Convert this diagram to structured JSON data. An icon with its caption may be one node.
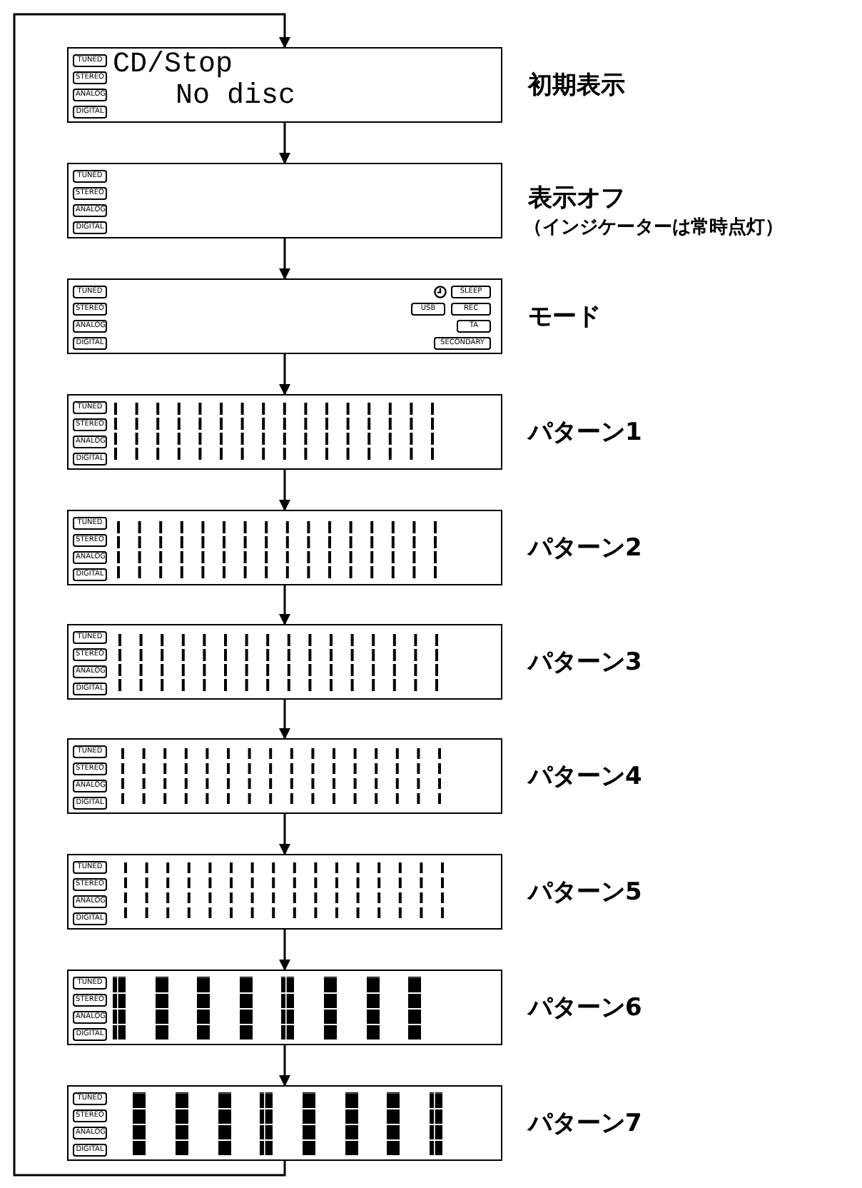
{
  "diagram": {
    "nodes": [
      {
        "text": [
          "TUNED",
          "STEREO",
          "ANALOG",
          "DIGITAL",
          "CD/Stop",
          "No disc"
        ],
        "beside": [
          "初期表示"
        ]
      },
      {
        "text": [
          "TUNED",
          "STEREO",
          "ANALOG",
          "DIGITAL"
        ],
        "beside": [
          "表示オフ",
          "（インジケーターは常時点灯）"
        ]
      },
      {
        "text": [
          "TUNED",
          "STEREO",
          "ANALOG",
          "DIGITAL",
          "SLEEP",
          "USB",
          "REC",
          "TA",
          "SECONDARY"
        ],
        "beside": [
          "モード"
        ]
      },
      {
        "text": [
          "TUNED",
          "STEREO",
          "ANALOG",
          "DIGITAL"
        ],
        "beside": [
          "パターン1"
        ]
      },
      {
        "text": [
          "TUNED",
          "STEREO",
          "ANALOG",
          "DIGITAL"
        ],
        "beside": [
          "パターン2"
        ]
      },
      {
        "text": [
          "TUNED",
          "STEREO",
          "ANALOG",
          "DIGITAL"
        ],
        "beside": [
          "パターン3"
        ]
      },
      {
        "text": [
          "TUNED",
          "STEREO",
          "ANALOG",
          "DIGITAL"
        ],
        "beside": [
          "パターン4"
        ]
      },
      {
        "text": [
          "TUNED",
          "STEREO",
          "ANALOG",
          "DIGITAL"
        ],
        "beside": [
          "パターン5"
        ]
      },
      {
        "text": [
          "TUNED",
          "STEREO",
          "ANALOG",
          "DIGITAL"
        ],
        "beside": [
          "パターン6"
        ]
      },
      {
        "text": [
          "TUNED",
          "STEREO",
          "ANALOG",
          "DIGITAL"
        ],
        "beside": [
          "パターン7"
        ]
      }
    ],
    "edges": [
      {
        "from": 0,
        "to": 1,
        "arrow": "to"
      },
      {
        "from": 1,
        "to": 2,
        "arrow": "to"
      },
      {
        "from": 2,
        "to": 3,
        "arrow": "to"
      },
      {
        "from": 3,
        "to": 4,
        "arrow": "to"
      },
      {
        "from": 4,
        "to": 5,
        "arrow": "to"
      },
      {
        "from": 5,
        "to": 6,
        "arrow": "to"
      },
      {
        "from": 6,
        "to": 7,
        "arrow": "to"
      },
      {
        "from": 7,
        "to": 8,
        "arrow": "to"
      },
      {
        "from": 8,
        "to": 9,
        "arrow": "to"
      },
      {
        "from": 9,
        "to": 0,
        "arrow": "to"
      }
    ]
  }
}
